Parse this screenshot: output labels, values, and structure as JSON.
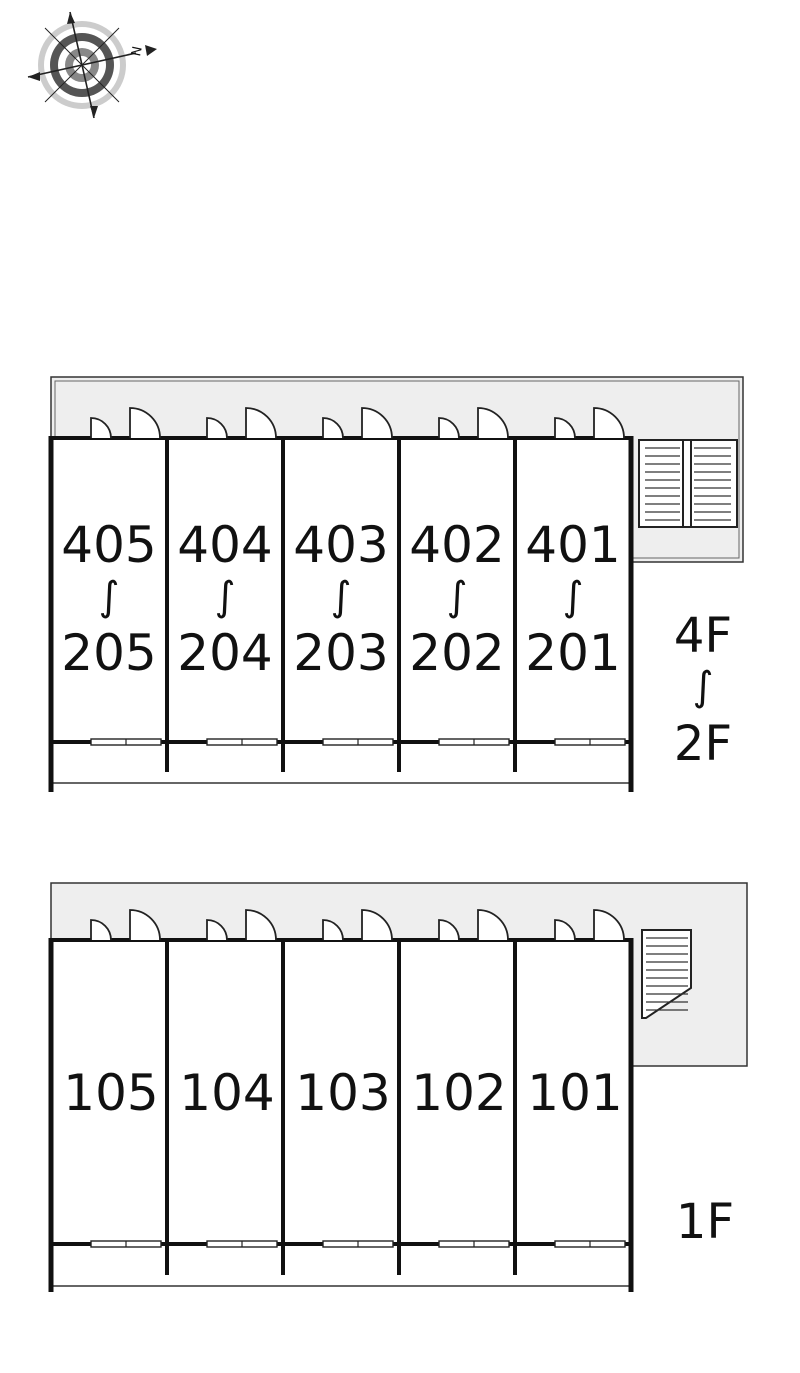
{
  "compass": {
    "north_label": "N",
    "icon": "compass-icon"
  },
  "upper_block": {
    "units_top": [
      "405",
      "404",
      "403",
      "402",
      "401"
    ],
    "units_bottom": [
      "205",
      "204",
      "203",
      "202",
      "201"
    ],
    "range_mark": "∫",
    "floor_top": "4F",
    "floor_mark": "∫",
    "floor_bottom": "2F"
  },
  "lower_block": {
    "units": [
      "105",
      "104",
      "103",
      "102",
      "101"
    ],
    "floor": "1F"
  },
  "colors": {
    "corridor": "#eeeeee",
    "wall": "#111111",
    "line": "#333333"
  }
}
